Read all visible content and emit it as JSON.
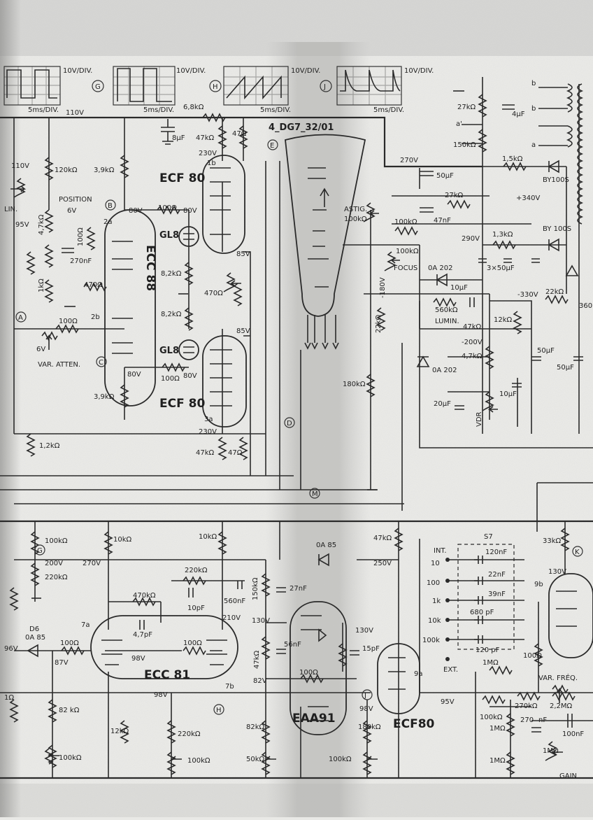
{
  "scope_traces": [
    {
      "id": "G",
      "volt_div": "10V/DIV.",
      "time_div": "5ms/DIV."
    },
    {
      "id": "H",
      "volt_div": "10V/DIV.",
      "time_div": "5ms/DIV."
    },
    {
      "id": "J",
      "volt_div": "10V/DIV.",
      "time_div": "5ms/DIV."
    },
    {
      "id": "J2",
      "volt_div": "10V/DIV.",
      "time_div": "5ms/DIV."
    }
  ],
  "tubes": {
    "crt": "4_DG7_32/01",
    "ecf80_top": "ECF 80",
    "ecf80_mid": "ECF 80",
    "ecc88": "ECC 88",
    "ecc81": "ECC 81",
    "eaa91": "EAA91",
    "ecf80_right": "ECF80",
    "gl8_top": "GL8",
    "gl8_bot": "GL8"
  },
  "nodes": {
    "A": "A",
    "B": "B",
    "C": "C",
    "D": "D",
    "E": "E",
    "G": "G",
    "H": "H",
    "J": "J",
    "K": "K",
    "M": "M"
  },
  "controls": {
    "position": "POSITION",
    "var_atten": "VAR. ATTEN.",
    "lin": "LIN.",
    "astig": "ASTIG.",
    "focus": "FOCUS",
    "lumin": "LUMIN.",
    "var_freq": "VAR. FRÉQ.",
    "gain": "GAIN",
    "vdr": "VDR",
    "switch": "S7",
    "int": "INT.",
    "ext": "EXT."
  },
  "labels_top": [
    {
      "text": "110V"
    },
    {
      "text": "6,8kΩ"
    },
    {
      "text": "8µF"
    },
    {
      "text": "47kΩ"
    },
    {
      "text": "47Ω"
    },
    {
      "text": "230V"
    },
    {
      "text": "1b"
    },
    {
      "text": "3,9kΩ"
    },
    {
      "text": "120kΩ"
    },
    {
      "text": "110V"
    },
    {
      "text": "6V"
    },
    {
      "text": "95V"
    },
    {
      "text": "4,7kΩ"
    },
    {
      "text": "100Ω"
    },
    {
      "text": "270nF"
    },
    {
      "text": "2a"
    },
    {
      "text": "80V"
    },
    {
      "text": "100Ω"
    },
    {
      "text": "80V"
    },
    {
      "text": "85V"
    },
    {
      "text": "470Ω"
    },
    {
      "text": "8,2kΩ"
    },
    {
      "text": "8,2kΩ"
    },
    {
      "text": "470Ω"
    },
    {
      "text": "1kΩ"
    },
    {
      "text": "100Ω"
    },
    {
      "text": "2b"
    },
    {
      "text": "6V"
    },
    {
      "text": "85V"
    },
    {
      "text": "80V"
    },
    {
      "text": "100Ω"
    },
    {
      "text": "80V"
    },
    {
      "text": "3,9kΩ"
    },
    {
      "text": "3a"
    },
    {
      "text": "230V"
    },
    {
      "text": "47kΩ"
    },
    {
      "text": "47Ω"
    },
    {
      "text": "1,2kΩ"
    },
    {
      "text": "180kΩ"
    },
    {
      "text": "22kΩ"
    },
    {
      "text": "-180V"
    },
    {
      "text": "100kΩ"
    },
    {
      "text": "100kΩ"
    },
    {
      "text": "100kΩ"
    },
    {
      "text": "27kΩ"
    },
    {
      "text": "47nF"
    },
    {
      "text": "50µF"
    },
    {
      "text": "270V"
    },
    {
      "text": "1,5kΩ"
    },
    {
      "text": "+340V"
    },
    {
      "text": "BY100S"
    },
    {
      "text": "BY 100S"
    },
    {
      "text": "290V"
    },
    {
      "text": "1,3kΩ"
    },
    {
      "text": "3×50µF"
    },
    {
      "text": "0A 202"
    },
    {
      "text": "10µF"
    },
    {
      "text": "-330V"
    },
    {
      "text": "22kΩ"
    },
    {
      "text": "560kΩ"
    },
    {
      "text": "47kΩ"
    },
    {
      "text": "12kΩ"
    },
    {
      "text": "-200V"
    },
    {
      "text": "4,7kΩ"
    },
    {
      "text": "0A 202"
    },
    {
      "text": "10µF"
    },
    {
      "text": "20µF"
    },
    {
      "text": "50µF"
    },
    {
      "text": "50µF"
    },
    {
      "text": "27kΩ"
    },
    {
      "text": "4µF"
    },
    {
      "text": "150kΩ"
    },
    {
      "text": "a'"
    },
    {
      "text": "b"
    },
    {
      "text": "b"
    },
    {
      "text": "a"
    },
    {
      "text": "360"
    }
  ],
  "labels_bottom": [
    {
      "text": "100kΩ"
    },
    {
      "text": "200V"
    },
    {
      "text": "220kΩ"
    },
    {
      "text": "10kΩ"
    },
    {
      "text": "10kΩ"
    },
    {
      "text": "270V"
    },
    {
      "text": "220kΩ"
    },
    {
      "text": "470kΩ"
    },
    {
      "text": "4,7pF"
    },
    {
      "text": "10pF"
    },
    {
      "text": "560nF"
    },
    {
      "text": "210V"
    },
    {
      "text": "7a"
    },
    {
      "text": "100Ω"
    },
    {
      "text": "100Ω"
    },
    {
      "text": "D6"
    },
    {
      "text": "0A 85"
    },
    {
      "text": "87V"
    },
    {
      "text": "98V"
    },
    {
      "text": "98V"
    },
    {
      "text": "7b"
    },
    {
      "text": "82 kΩ"
    },
    {
      "text": "12kΩ"
    },
    {
      "text": "220kΩ"
    },
    {
      "text": "100kΩ"
    },
    {
      "text": "100kΩ"
    },
    {
      "text": "150kΩ"
    },
    {
      "text": "27nF"
    },
    {
      "text": "130V"
    },
    {
      "text": "47kΩ"
    },
    {
      "text": "56nF"
    },
    {
      "text": "82V"
    },
    {
      "text": "100Ω"
    },
    {
      "text": "0A 85"
    },
    {
      "text": "130V"
    },
    {
      "text": "15pF"
    },
    {
      "text": "250V"
    },
    {
      "text": "47kΩ"
    },
    {
      "text": "98V"
    },
    {
      "text": "180kΩ"
    },
    {
      "text": "9a"
    },
    {
      "text": "82kΩ"
    },
    {
      "text": "50kΩ"
    },
    {
      "text": "100kΩ"
    },
    {
      "text": "95V"
    },
    {
      "text": "100kΩ"
    },
    {
      "text": "270kΩ"
    },
    {
      "text": "2,2MΩ"
    },
    {
      "text": "1MΩ"
    },
    {
      "text": "1MΩ"
    },
    {
      "text": "270"
    },
    {
      "text": "nF"
    },
    {
      "text": "100nF"
    },
    {
      "text": "1MΩ"
    },
    {
      "text": "33kΩ"
    },
    {
      "text": "130V"
    },
    {
      "text": "9b"
    },
    {
      "text": "100Ω"
    },
    {
      "text": "1MΩ"
    },
    {
      "text": "96V"
    },
    {
      "text": "1Ω"
    }
  ],
  "switch_positions": [
    {
      "pos": "10",
      "cap": "120nF"
    },
    {
      "pos": "100",
      "cap": "22nF"
    },
    {
      "pos": "1k",
      "cap": "39nF"
    },
    {
      "pos": "10k",
      "cap": "680 pF"
    },
    {
      "pos": "100k",
      "cap": "120 pF"
    }
  ]
}
